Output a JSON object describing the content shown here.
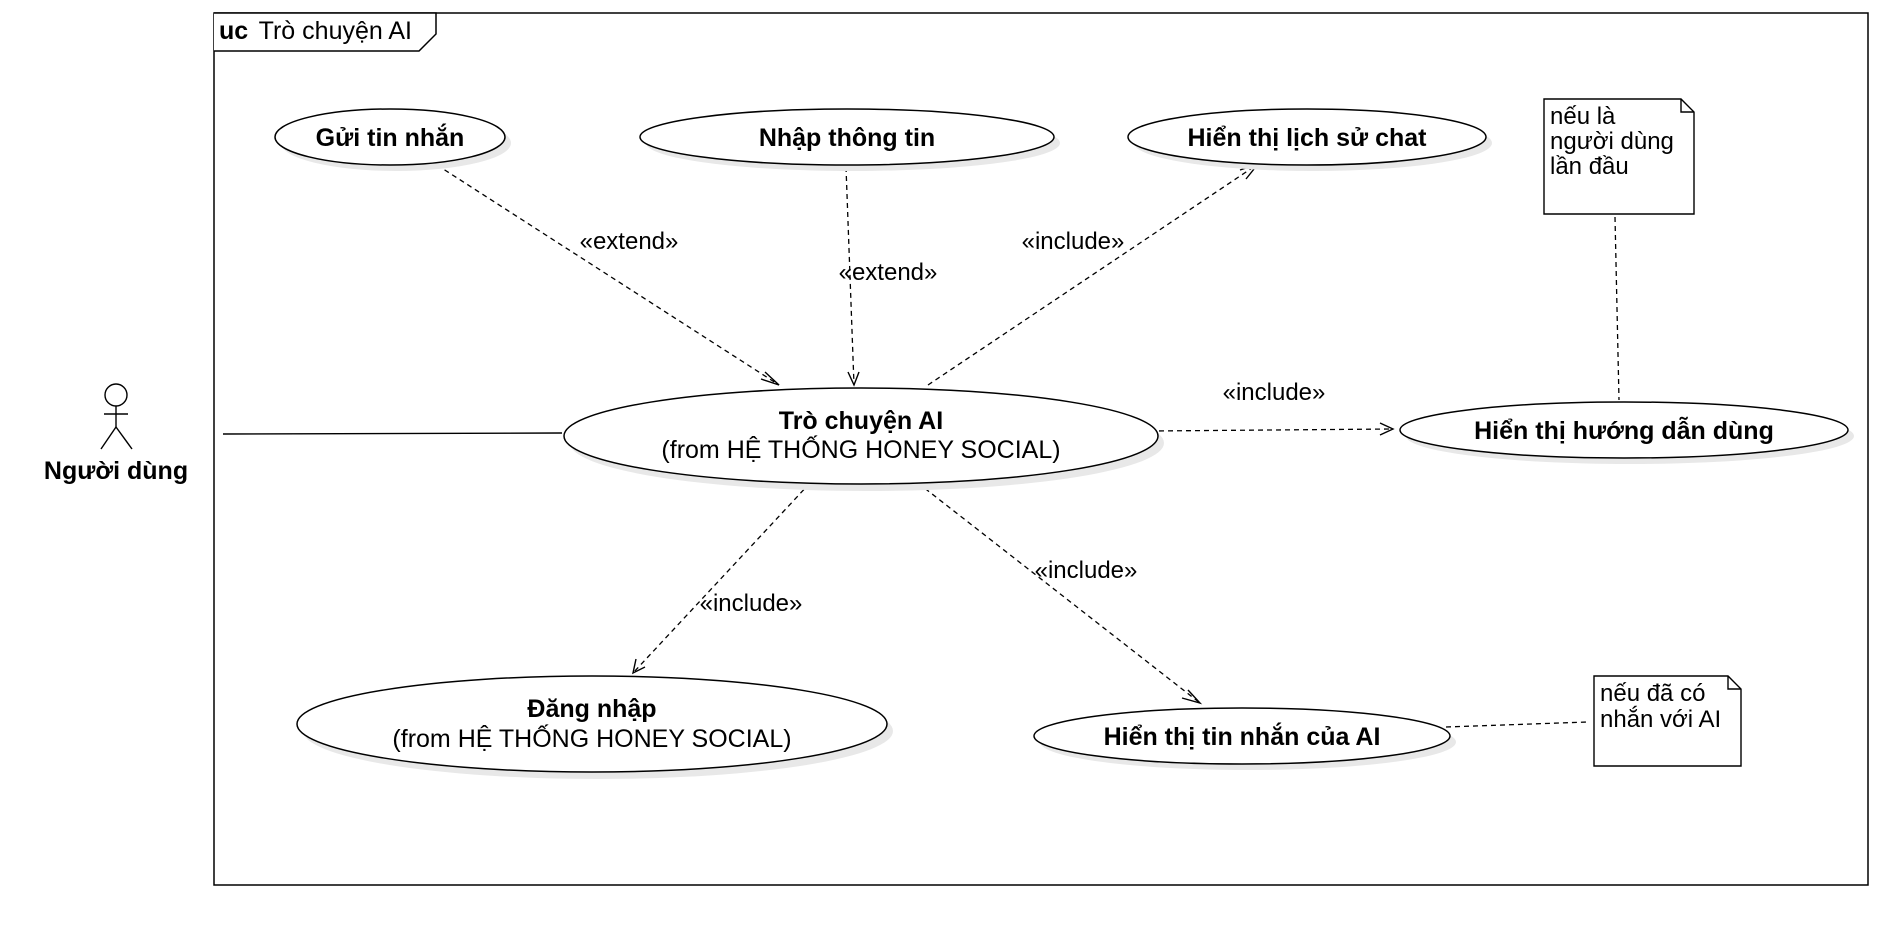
{
  "frame": {
    "keyword": "uc",
    "title": "Trò chuyện AI"
  },
  "actor": {
    "name": "Người dùng"
  },
  "use_cases": {
    "main": {
      "name": "Trò chuyện AI",
      "from": "(from HỆ THỐNG HONEY SOCIAL)"
    },
    "send": {
      "name": "Gửi tin nhắn"
    },
    "input": {
      "name": "Nhập thông tin"
    },
    "history": {
      "name": "Hiển thị lịch sử chat"
    },
    "guide": {
      "name": "Hiển thị hướng dẫn dùng"
    },
    "login": {
      "name": "Đăng nhập",
      "from": "(from HỆ THỐNG HONEY SOCIAL)"
    },
    "ai_msg": {
      "name": "Hiển thị tin nhắn của AI"
    }
  },
  "relations": {
    "send_extend": "«extend»",
    "input_extend": "«extend»",
    "history_include": "«include»",
    "guide_include": "«include»",
    "login_include": "«include»",
    "ai_msg_include": "«include»"
  },
  "notes": {
    "first_time": [
      "nếu là",
      "người dùng",
      "lần đầu"
    ],
    "has_chat": [
      "nếu đã có",
      "nhắn với AI"
    ]
  }
}
